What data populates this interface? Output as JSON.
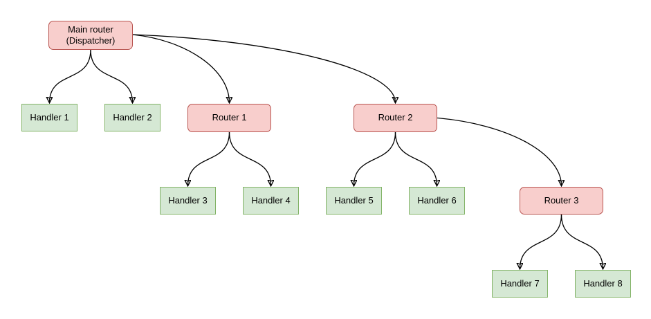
{
  "diagram": {
    "type": "flowchart",
    "nodes": {
      "main_router": {
        "label": "Main router\n(Dispatcher)",
        "kind": "router"
      },
      "handler_1": {
        "label": "Handler 1",
        "kind": "handler"
      },
      "handler_2": {
        "label": "Handler 2",
        "kind": "handler"
      },
      "router_1": {
        "label": "Router 1",
        "kind": "router"
      },
      "router_2": {
        "label": "Router 2",
        "kind": "router"
      },
      "handler_3": {
        "label": "Handler 3",
        "kind": "handler"
      },
      "handler_4": {
        "label": "Handler 4",
        "kind": "handler"
      },
      "handler_5": {
        "label": "Handler 5",
        "kind": "handler"
      },
      "handler_6": {
        "label": "Handler 6",
        "kind": "handler"
      },
      "router_3": {
        "label": "Router 3",
        "kind": "router"
      },
      "handler_7": {
        "label": "Handler 7",
        "kind": "handler"
      },
      "handler_8": {
        "label": "Handler 8",
        "kind": "handler"
      }
    },
    "edges": [
      {
        "from": "main_router",
        "to": "handler_1"
      },
      {
        "from": "main_router",
        "to": "handler_2"
      },
      {
        "from": "main_router",
        "to": "router_1"
      },
      {
        "from": "main_router",
        "to": "router_2"
      },
      {
        "from": "router_1",
        "to": "handler_3"
      },
      {
        "from": "router_1",
        "to": "handler_4"
      },
      {
        "from": "router_2",
        "to": "handler_5"
      },
      {
        "from": "router_2",
        "to": "handler_6"
      },
      {
        "from": "router_2",
        "to": "router_3"
      },
      {
        "from": "router_3",
        "to": "handler_7"
      },
      {
        "from": "router_3",
        "to": "handler_8"
      }
    ],
    "colors": {
      "router_fill": "#F8CECC",
      "router_border": "#B85450",
      "handler_fill": "#D5E8D4",
      "handler_border": "#82B366",
      "edge": "#000000",
      "background": "#FFFFFF"
    }
  }
}
